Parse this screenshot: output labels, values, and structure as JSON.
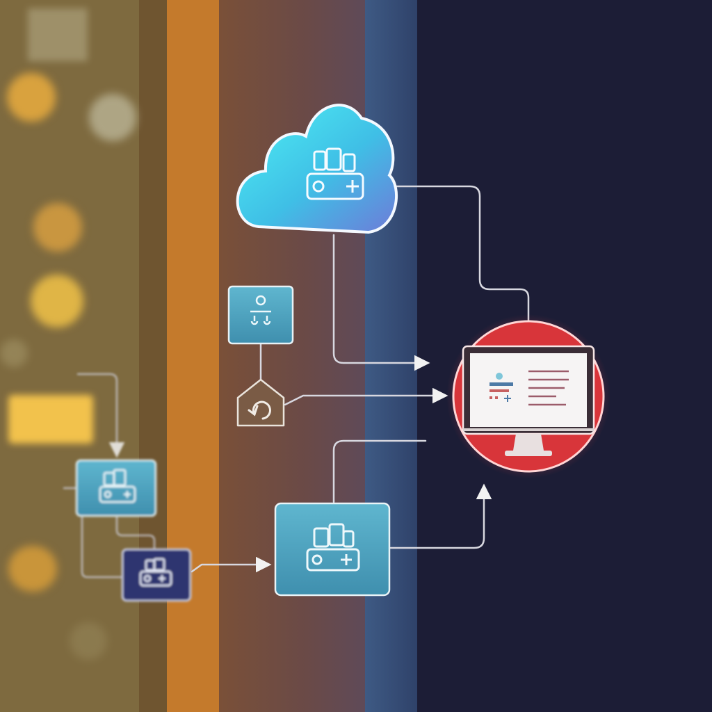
{
  "diagram": {
    "nodes": [
      {
        "id": "cloud",
        "type": "cloud",
        "icon": "server-group-icon"
      },
      {
        "id": "user-box",
        "type": "card",
        "icon": "user-icon"
      },
      {
        "id": "home-sync",
        "type": "tag",
        "icon": "home-refresh-icon"
      },
      {
        "id": "monitor",
        "type": "circle",
        "icon": "monitor-dashboard-icon"
      },
      {
        "id": "main-server",
        "type": "card",
        "icon": "server-group-icon"
      },
      {
        "id": "left-server",
        "type": "card",
        "icon": "server-group-icon"
      },
      {
        "id": "dark-server",
        "type": "card",
        "icon": "server-group-icon"
      }
    ],
    "edges": [
      {
        "from": "cloud",
        "to": "monitor"
      },
      {
        "from": "cloud",
        "to": "monitor"
      },
      {
        "from": "home-sync",
        "to": "monitor"
      },
      {
        "from": "user-box",
        "to": "home-sync"
      },
      {
        "from": "main-server",
        "to": "monitor"
      },
      {
        "from": "dark-server",
        "to": "main-server"
      },
      {
        "from": "left-server",
        "to": "dark-server"
      }
    ]
  },
  "colors": {
    "accent_cyan": "#3fd6e8",
    "accent_red": "#d8353a",
    "card_teal": "#3f8fae",
    "card_dark": "#2e3470",
    "background_navy": "#1c1d36"
  }
}
